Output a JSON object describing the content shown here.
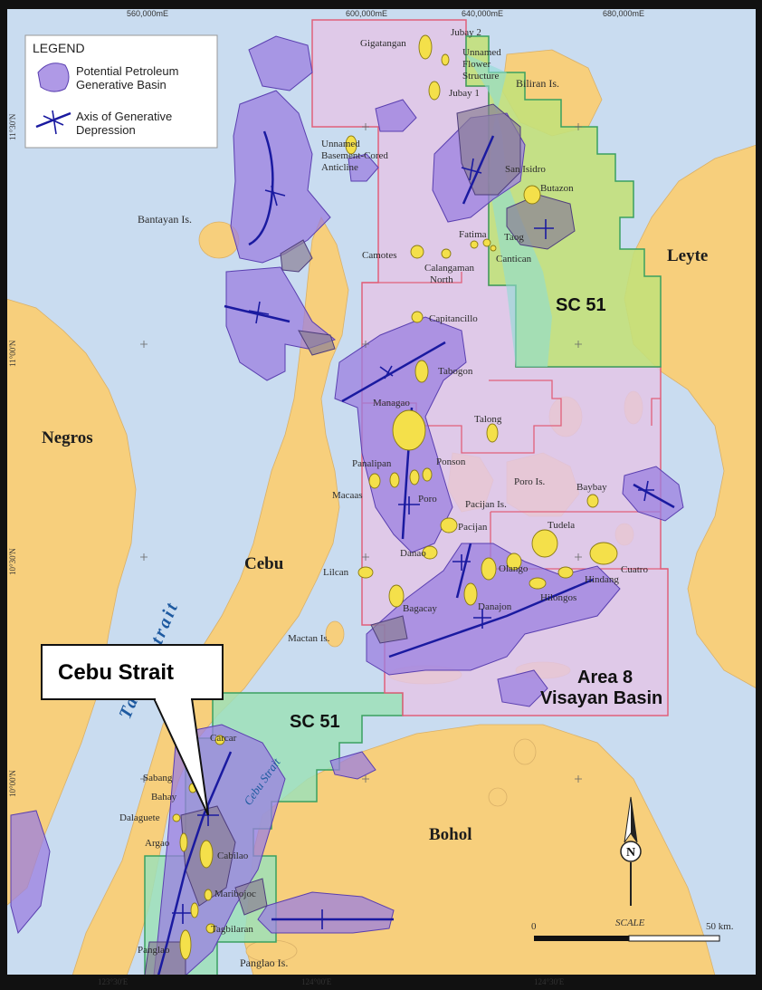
{
  "map": {
    "grid_top": [
      "560,000mE",
      "600,000mE",
      "640,000mE",
      "680,000mE"
    ],
    "grid_bottom": [
      "123°30'E",
      "124°00'E",
      "124°30'E"
    ],
    "grid_left": [
      "11°30'N",
      "11°00'N",
      "10°30'N",
      "10°00'N"
    ],
    "legend": {
      "title": "LEGEND",
      "basin_line1": "Potential Petroleum",
      "basin_line2": "Generative Basin",
      "axis_line1": "Axis of Generative",
      "axis_line2": "Depression"
    },
    "islands": {
      "leyte": "Leyte",
      "negros": "Negros",
      "cebu": "Cebu",
      "bohol": "Bohol",
      "biliran": "Biliran Is.",
      "bantayan": "Bantayan Is.",
      "camotes": "Camotes",
      "poro_is": "Poro Is.",
      "pacijan_is": "Pacijan Is.",
      "mactan": "Mactan Is.",
      "panglao": "Panglao Is."
    },
    "straits": {
      "tanon": "Tañon  Strait",
      "cebu_strait": "Cebu Strait"
    },
    "blocks": {
      "sc51_north": "SC 51",
      "sc51_south": "SC 51",
      "area8_line1": "Area 8",
      "area8_line2": "Visayan Basin"
    },
    "structures": {
      "gigatangan": "Gigatangan",
      "jubay2": "Jubay 2",
      "unnamed_flower1": "Unnamed",
      "unnamed_flower2": "Flower",
      "unnamed_flower3": "Structure",
      "jubay1": "Jubay 1",
      "unnamed_bc1": "Unnamed",
      "unnamed_bc2": "Basement-Cored",
      "unnamed_bc3": "Anticline",
      "san_isidro": "San Isidro",
      "butazon": "Butazon",
      "fatima": "Fatima",
      "taog": "Taog",
      "cantican": "Cantican",
      "calangaman1": "Calangaman",
      "calangaman2": "North",
      "capitancillo": "Capitancillo",
      "tabogon": "Tabogon",
      "managao": "Managao",
      "talong": "Talong",
      "panalipan": "Panalipan",
      "ponson": "Ponson",
      "macaas": "Macaas",
      "poro": "Poro",
      "baybay": "Baybay",
      "pacijan": "Pacijan",
      "tudela": "Tudela",
      "danao": "Danao",
      "lilcan": "Lilcan",
      "olango": "Olango",
      "cuatro": "Cuatro",
      "hindang": "Hindang",
      "hilongos": "Hilongos",
      "bagacay": "Bagacay",
      "danajon": "Danajon",
      "carcar": "Carcar",
      "sabang": "Sabang",
      "bahay": "Bahay",
      "dalaguete": "Dalaguete",
      "argao": "Argao",
      "cabilao": "Cabilao",
      "maribojoc": "Maribojoc",
      "tagbilaran": "Tagbilaran",
      "panglao_s": "Panglao"
    },
    "scale": {
      "zero": "0",
      "label": "SCALE",
      "max": "50 km."
    },
    "north": "N",
    "callout": "Cebu Strait",
    "colors": {
      "sea": "#c9dcf0",
      "land": "#f7cf7c",
      "basin": "#9b7fe0",
      "area8": "#e3c6e6",
      "sc51": "#9ee0b8",
      "sc51_north": "#c3e07a",
      "structure": "#f4e04a",
      "axis": "#1a1aa0"
    }
  }
}
